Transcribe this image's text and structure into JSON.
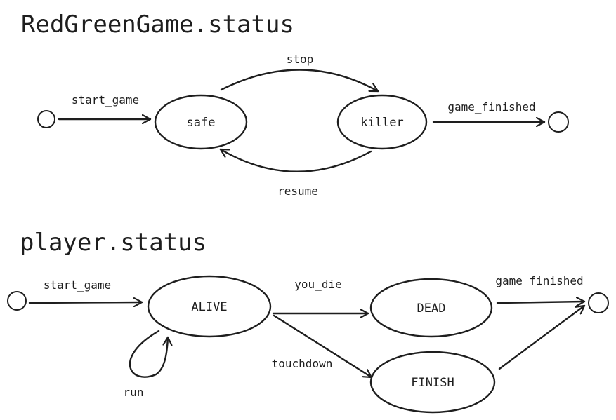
{
  "sections": [
    {
      "title": "RedGreenGame.status",
      "states": [
        "safe",
        "killer"
      ],
      "transitions": [
        {
          "label": "start_game",
          "from": "start",
          "to": "safe"
        },
        {
          "label": "stop",
          "from": "safe",
          "to": "killer"
        },
        {
          "label": "resume",
          "from": "killer",
          "to": "safe"
        },
        {
          "label": "game_finished",
          "from": "killer",
          "to": "end"
        }
      ]
    },
    {
      "title": "player.status",
      "states": [
        "ALIVE",
        "DEAD",
        "FINISH"
      ],
      "transitions": [
        {
          "label": "start_game",
          "from": "start",
          "to": "ALIVE"
        },
        {
          "label": "run",
          "from": "ALIVE",
          "to": "ALIVE"
        },
        {
          "label": "you_die",
          "from": "ALIVE",
          "to": "DEAD"
        },
        {
          "label": "touchdown",
          "from": "ALIVE",
          "to": "FINISH"
        },
        {
          "label": "game_finished",
          "from": "DEAD",
          "to": "end"
        }
      ]
    }
  ]
}
